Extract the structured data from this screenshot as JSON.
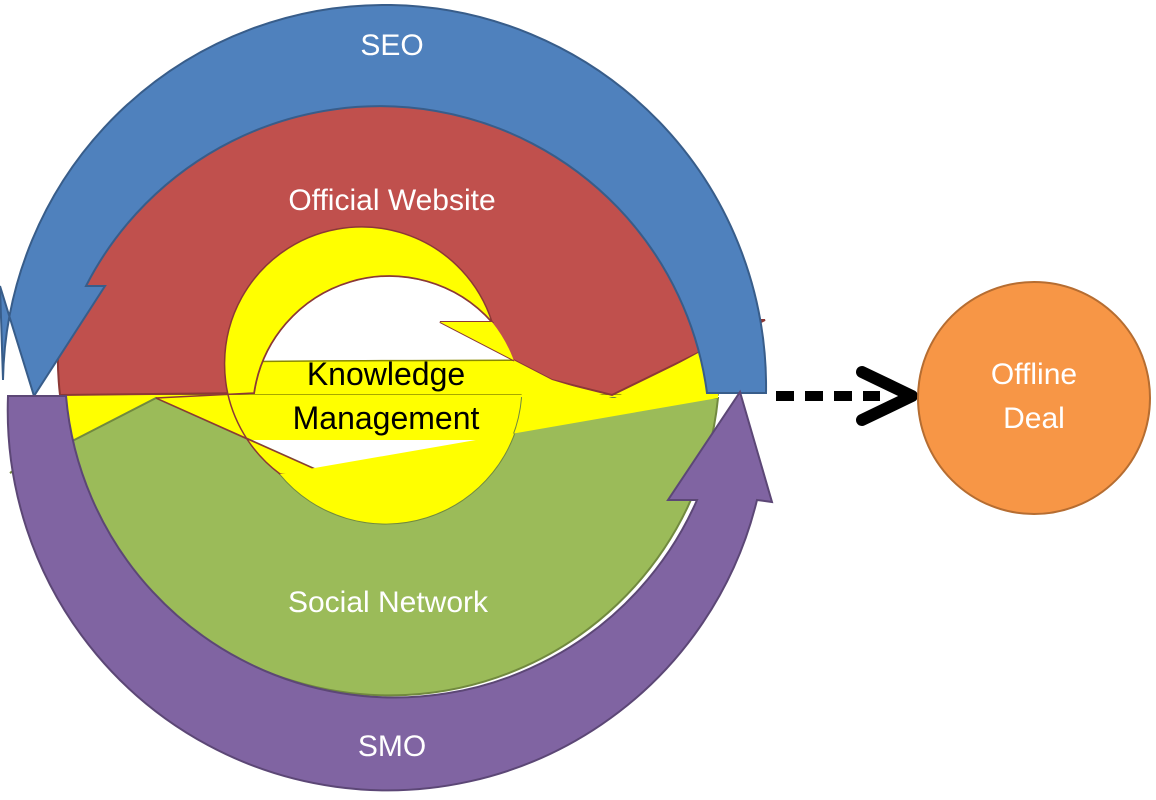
{
  "diagram": {
    "seo_label": "SEO",
    "official_website_label": "Official Website",
    "knowledge_label_line1": "Knowledge",
    "knowledge_label_line2": "Management",
    "social_network_label": "Social Network",
    "smo_label": "SMO",
    "offline_label_line1": "Offline",
    "offline_label_line2": "Deal"
  },
  "colors": {
    "seo": "#4F81BD",
    "official_website": "#C0504D",
    "knowledge_management": "#FFFF00",
    "social_network": "#9BBB59",
    "smo": "#8064A2",
    "offline_deal": "#F79646",
    "arrow": "#000000"
  }
}
